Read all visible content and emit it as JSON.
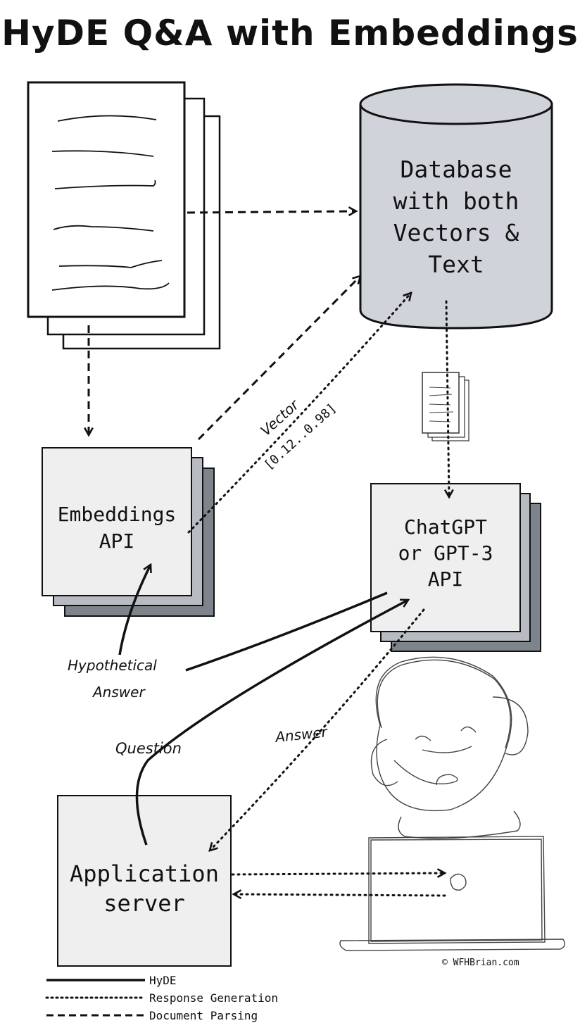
{
  "title": "HyDE Q&A with Embeddings",
  "nodes": {
    "database": "Database\nwith both\nVectors &\nText",
    "embeddings": "Embeddings\nAPI",
    "chatgpt": "ChatGPT\nor GPT-3\nAPI",
    "app_server": "Application\nserver"
  },
  "edge_labels": {
    "vector": "Vector",
    "vector_value": "[0.12..0.98]",
    "hypothetical_line1": "Hypothetical",
    "hypothetical_line2": "Answer",
    "question": "Question",
    "answer": "Answer"
  },
  "legend": [
    {
      "style": "solid",
      "label": "HyDE"
    },
    {
      "style": "dotted",
      "label": "Response Generation"
    },
    {
      "style": "dashed",
      "label": "Document Parsing"
    }
  ],
  "credit": "© WFHBrian.com",
  "colors": {
    "box_fill": "#efefef",
    "db_fill": "#d0d3d9",
    "stack_dark": "#7e848b",
    "stack_mid": "#b8bcc2",
    "ink": "#111111"
  }
}
